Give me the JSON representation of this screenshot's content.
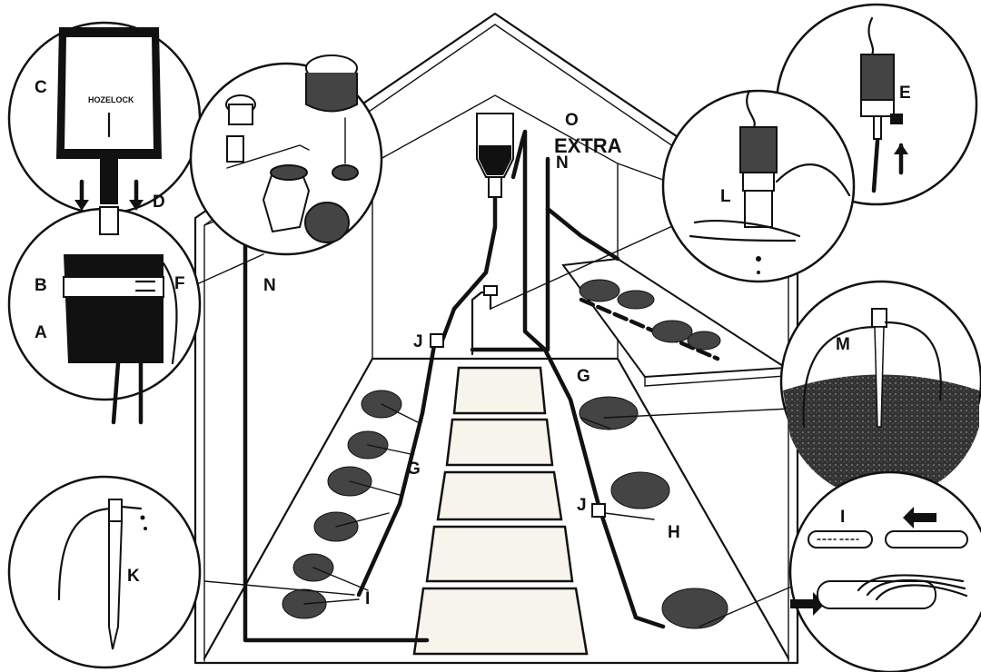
{
  "diagram": {
    "labels": {
      "A": "A",
      "B": "B",
      "C": "C",
      "D": "D",
      "E": "E",
      "F": "F",
      "G": "G",
      "H": "H",
      "I": "I",
      "J": "J",
      "K": "K",
      "L": "L",
      "M": "M",
      "N": "N",
      "O": "O"
    },
    "extra_label": "EXTRA",
    "container_brand": "HOZELOCK"
  }
}
